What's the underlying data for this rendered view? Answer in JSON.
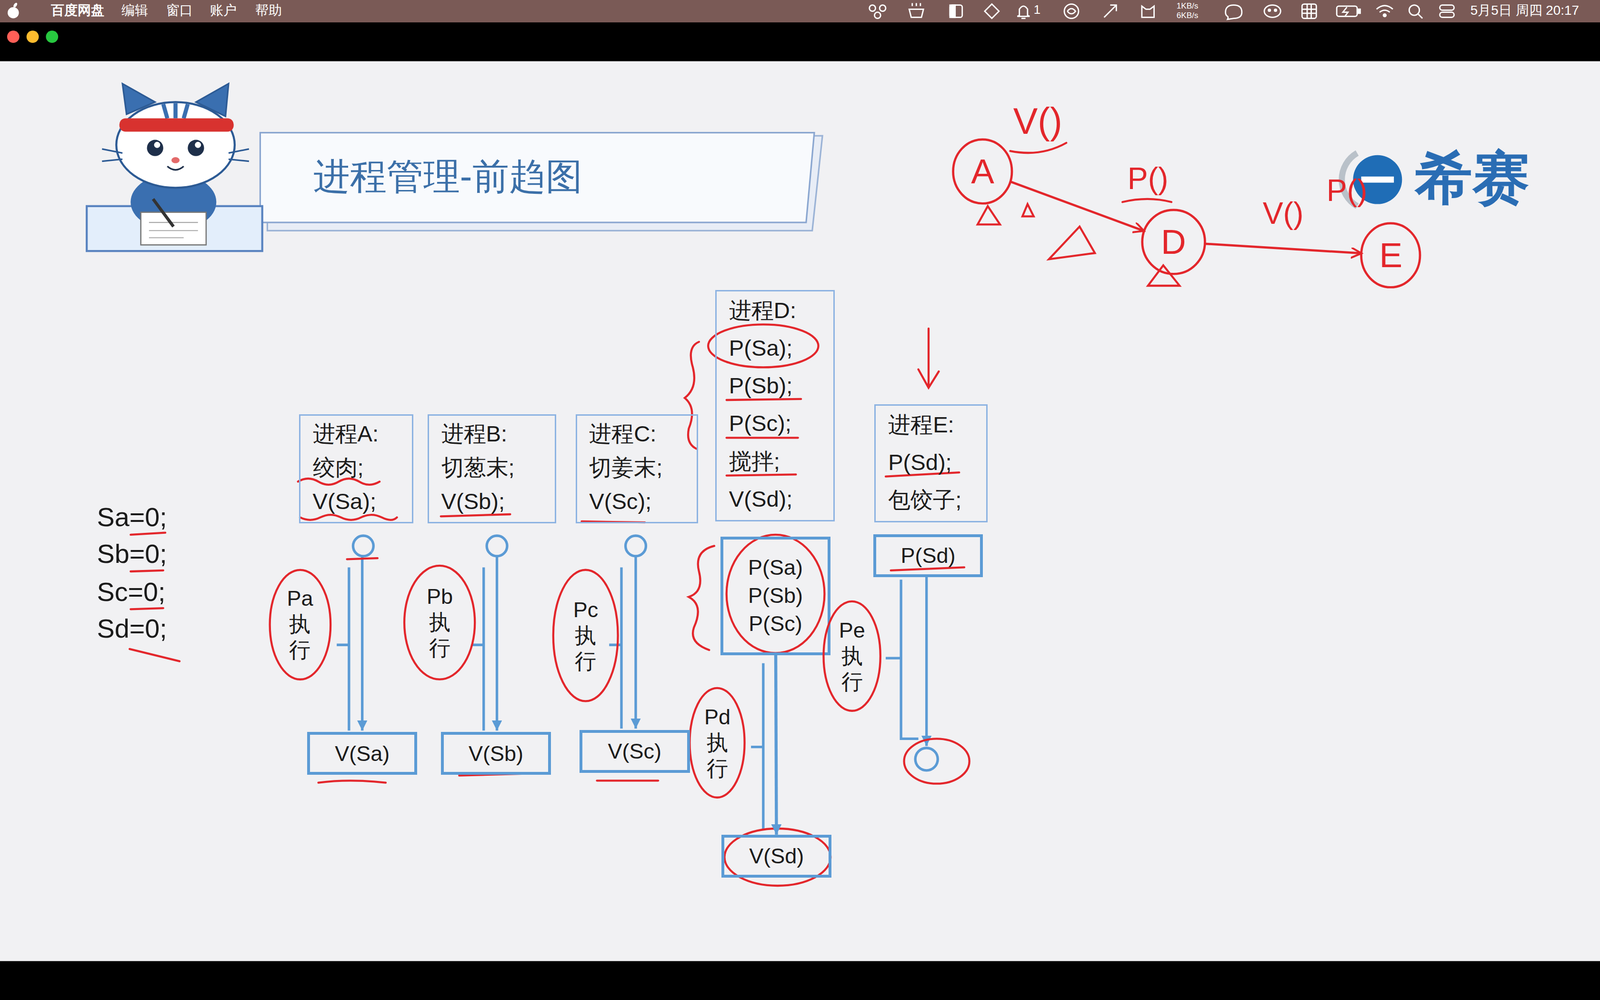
{
  "diagram": {
    "title": "进程管理-前趋图",
    "nodes": [
      {
        "text": [
          "A"
        ]
      },
      {
        "text": [
          "D"
        ]
      },
      {
        "text": [
          "E"
        ]
      },
      {
        "text": [
          "进程A:",
          "绞肉;",
          "V(Sa);"
        ]
      },
      {
        "text": [
          "进程B:",
          "切葱末;",
          "V(Sb);"
        ]
      },
      {
        "text": [
          "进程C:",
          "切姜末;",
          "V(Sc);"
        ]
      },
      {
        "text": [
          "进程D:",
          "P(Sa);",
          "P(Sb);",
          "P(Sc);",
          "搅拌;",
          "V(Sd);"
        ]
      },
      {
        "text": [
          "进程E:",
          "P(Sd);",
          "包饺子;"
        ]
      },
      {
        "text": [
          "Pa 执行"
        ]
      },
      {
        "text": [
          "Pb 执行"
        ]
      },
      {
        "text": [
          "Pc 执行"
        ]
      },
      {
        "text": [
          "P(Sa)",
          "P(Sb)",
          "P(Sc)"
        ]
      },
      {
        "text": [
          "Pe 执行"
        ]
      },
      {
        "text": [
          "Pd 执行"
        ]
      },
      {
        "text": [
          "V(Sa)"
        ]
      },
      {
        "text": [
          "V(Sb)"
        ]
      },
      {
        "text": [
          "V(Sc)"
        ]
      },
      {
        "text": [
          "P(Sd)"
        ]
      },
      {
        "text": [
          "V(Sd)"
        ]
      }
    ],
    "edges": [
      {
        "from": 0,
        "to": 1,
        "arrow": "to"
      },
      {
        "from": 1,
        "to": 2,
        "arrow": "to",
        "label": "V()"
      },
      {
        "from": 11,
        "to": 18,
        "arrow": "to"
      }
    ],
    "labels": [
      "百度网盘",
      "编辑",
      "窗口",
      "账户",
      "帮助",
      "1",
      "1KB/s",
      "6KB/s",
      "5月5日 周四 20:17",
      "希赛",
      "V()",
      "P()",
      "P()",
      "Sa=0;",
      "Sb=0;",
      "Sc=0;",
      "Sd=0;"
    ]
  }
}
